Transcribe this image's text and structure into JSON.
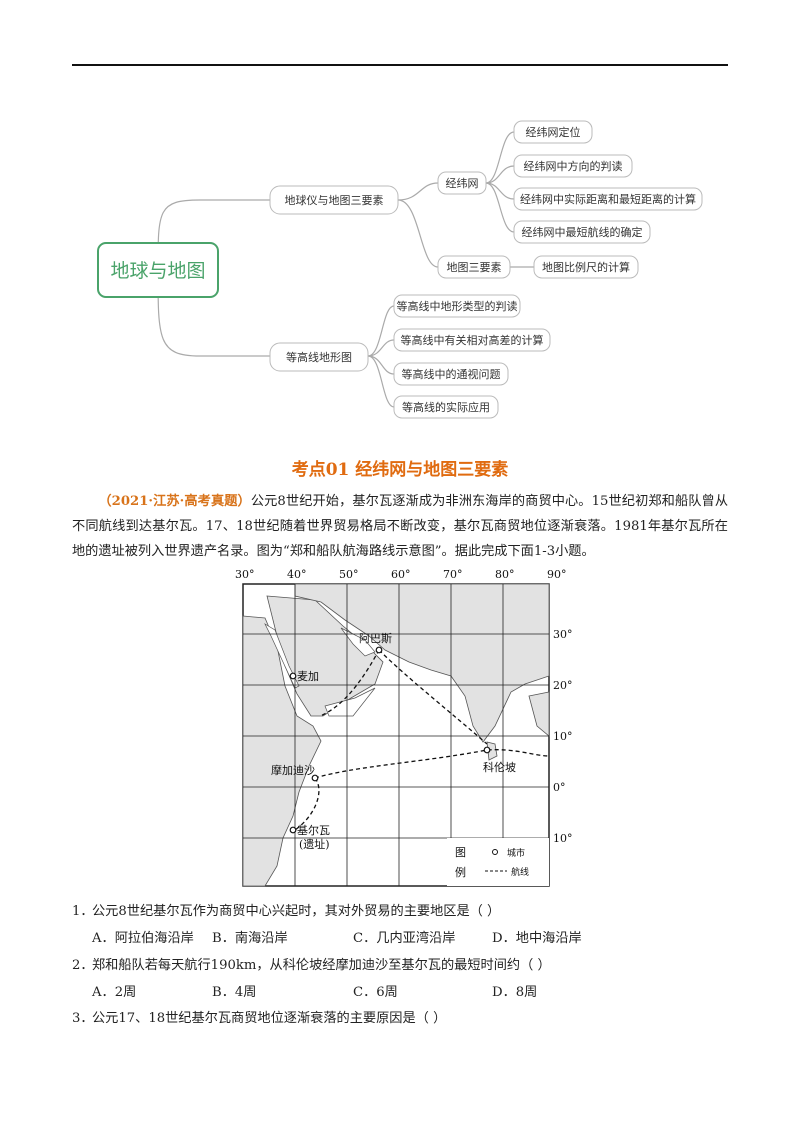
{
  "mindmap": {
    "root": "地球与地图",
    "branch1": {
      "label": "地球仪与地图三要素",
      "sub1": {
        "label": "经纬网",
        "items": [
          "经纬网定位",
          "经纬网中方向的判读",
          "经纬网中实际距离和最短距离的计算",
          "经纬网中最短航线的确定"
        ]
      },
      "sub2": {
        "label": "地图三要素",
        "items": [
          "地图比例尺的计算"
        ]
      }
    },
    "branch2": {
      "label": "等高线地形图",
      "items": [
        "等高线中地形类型的判读",
        "等高线中有关相对高差的计算",
        "等高线中的通视问题",
        "等高线的实际应用"
      ]
    },
    "colors": {
      "root_border": "#4aa36a",
      "lines": "#999999"
    }
  },
  "section_title": "考点01  经纬网与地图三要素",
  "intro": {
    "source": "（2021·江苏·高考真题）",
    "text": "公元8世纪开始，基尔瓦逐渐成为非洲东海岸的商贸中心。15世纪初郑和船队曾从不同航线到达基尔瓦。17、18世纪随着世界贸易格局不断改变，基尔瓦商贸地位逐渐衰落。1981年基尔瓦所在地的遗址被列入世界遗产名录。图为“郑和船队航海路线示意图”。据此完成下面1-3小题。"
  },
  "map": {
    "longitudes": [
      "30°",
      "40°",
      "50°",
      "60°",
      "70°",
      "80°",
      "90°"
    ],
    "latitudes": [
      "30°",
      "20°",
      "10°",
      "0°",
      "10°"
    ],
    "places": {
      "abasi": "阿巴斯",
      "maijia": "麦加",
      "mojiadisha": "摩加迪沙",
      "kelunpo": "科伦坡",
      "jierwa": "基尔瓦",
      "yizhi": "(遗址)"
    },
    "legend": {
      "title_1": "图",
      "title_2": "例",
      "city": "城市",
      "route": "航线"
    }
  },
  "questions": [
    {
      "num": "1．",
      "text": "公元8世纪基尔瓦作为商贸中心兴起时，其对外贸易的主要地区是（    ）",
      "options": [
        "A．阿拉伯海沿岸",
        "B．南海沿岸",
        "C．几内亚湾沿岸",
        "D．地中海沿岸"
      ]
    },
    {
      "num": "2．",
      "text": "郑和船队若每天航行190km，从科伦坡经摩加迪沙至基尔瓦的最短时间约（    ）",
      "options": [
        "A．2周",
        "B．4周",
        "C．6周",
        "D．8周"
      ]
    },
    {
      "num": "3．",
      "text": "公元17、18世纪基尔瓦商贸地位逐渐衰落的主要原因是（    ）"
    }
  ]
}
